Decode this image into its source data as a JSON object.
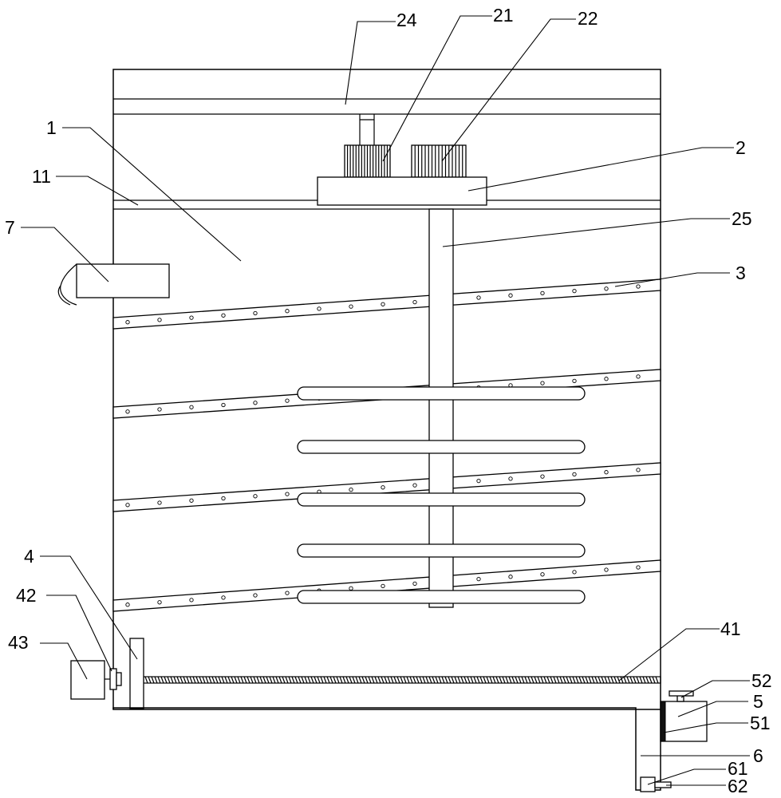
{
  "diagram": {
    "labels": {
      "l24": "24",
      "l21": "21",
      "l22": "22",
      "l1": "1",
      "l11": "11",
      "l2": "2",
      "l7": "7",
      "l25": "25",
      "l3": "3",
      "l4": "4",
      "l42": "42",
      "l43": "43",
      "l41": "41",
      "l52": "52",
      "l5": "5",
      "l51": "51",
      "l6": "6",
      "l61": "61",
      "l62": "62"
    }
  }
}
